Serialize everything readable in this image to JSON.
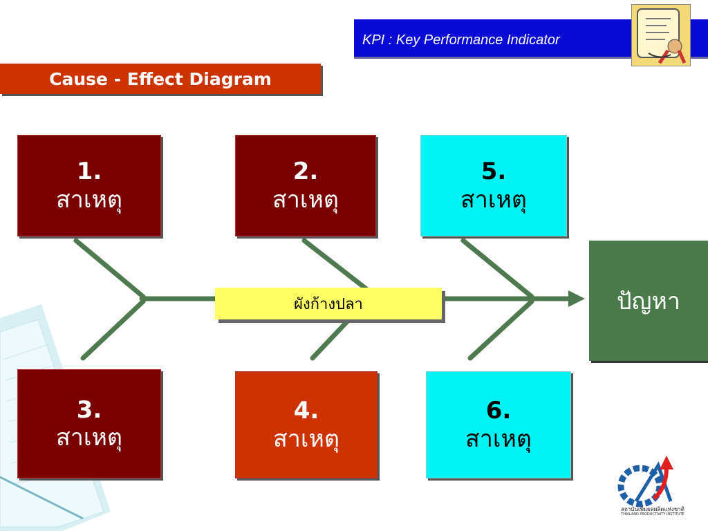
{
  "header": {
    "title": "KPI : Key Performance Indicator"
  },
  "section_title": "Cause - Effect  Diagram",
  "diagram": {
    "causes": [
      {
        "number": "1.",
        "label": "สาเหตุ"
      },
      {
        "number": "2.",
        "label": "สาเหตุ"
      },
      {
        "number": "3.",
        "label": "สาเหตุ"
      },
      {
        "number": "4.",
        "label": "สาเหตุ"
      },
      {
        "number": "5.",
        "label": "สาเหตุ"
      },
      {
        "number": "6.",
        "label": "สาเหตุ"
      }
    ],
    "spine_label": "ผังก้างปลา",
    "effect_label": "ปัญหา"
  },
  "logo": {
    "text_line1": "สถาบันเพิ่มผลผลิตแห่งชาติ",
    "text_line2": "THAILAND PRODUCTIVITY INSTITUTE"
  },
  "colors": {
    "header_blue": "#0a0ad6",
    "title_orange": "#cc3300",
    "cause_dark_red": "#7a0000",
    "cause_cyan": "#00f4f4",
    "effect_green": "#4a7a4a",
    "spine_green": "#4f7a4f",
    "label_yellow": "#ffff66"
  }
}
